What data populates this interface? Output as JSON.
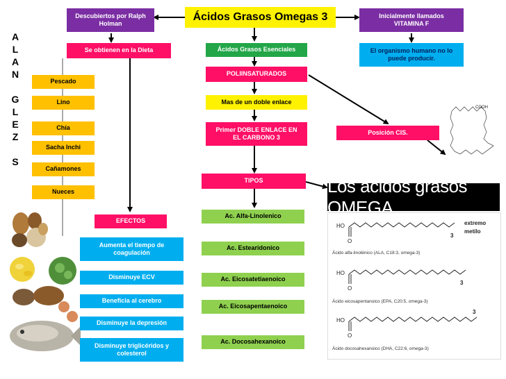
{
  "title": "Ácidos Grasos Omegas 3",
  "author_letters": [
    "A",
    "L",
    "A",
    "N",
    "",
    "G",
    "L",
    "E",
    "Z",
    "",
    "S"
  ],
  "left_top": "Descubiertos por Ralph Holman",
  "right_top": "Inicialmente  llamados VITAMINA F",
  "right_info": "El organismo humano no lo puede producir.",
  "diet": "Se obtienen en la Dieta",
  "foods": [
    "Pescado",
    "Lino",
    "Chía",
    "Sacha Inchi",
    "Cañamones",
    "Nueces"
  ],
  "center": {
    "essential": "Ácidos Grasos Esenciales",
    "poly": "POLIINSATURADOS",
    "double": "Mas de un doble enlace",
    "first": "Primer DOBLE ENLACE EN EL CARBONO 3",
    "types": "TIPOS"
  },
  "cis": "Posición CIS.",
  "cooh": "COOH",
  "types": [
    "Ac. Alfa-Linolenico",
    "Ac. Estearidonico",
    "Ac. Eicosatetiaenoico",
    "Ac. Eicosapentaenoico",
    "Ac. Docosahexanoico"
  ],
  "effects_title": "EFECTOS",
  "effects": [
    "Aumenta el tiempo de coagulación",
    "Disminuye ECV",
    "Beneficia al cerebro",
    "Disminuye la depresión",
    "Disminuye triglicéridos y colesterol"
  ],
  "omega_panel": {
    "banner": "Los ácidos grasos OMEGA",
    "mol1_caption": "Ácido alfa-linolénico (ALA, C18:3, omega-3)",
    "mol2_caption": "Ácido eicosapentanoico (EPA, C20:5, omega-3)",
    "mol3_caption": "Ácido docosahexanoico (DHA, C22:6, omega-3)",
    "extremo": "extremo",
    "metilo": "metilo",
    "ho": "HO",
    "o": "O",
    "three": "3"
  }
}
